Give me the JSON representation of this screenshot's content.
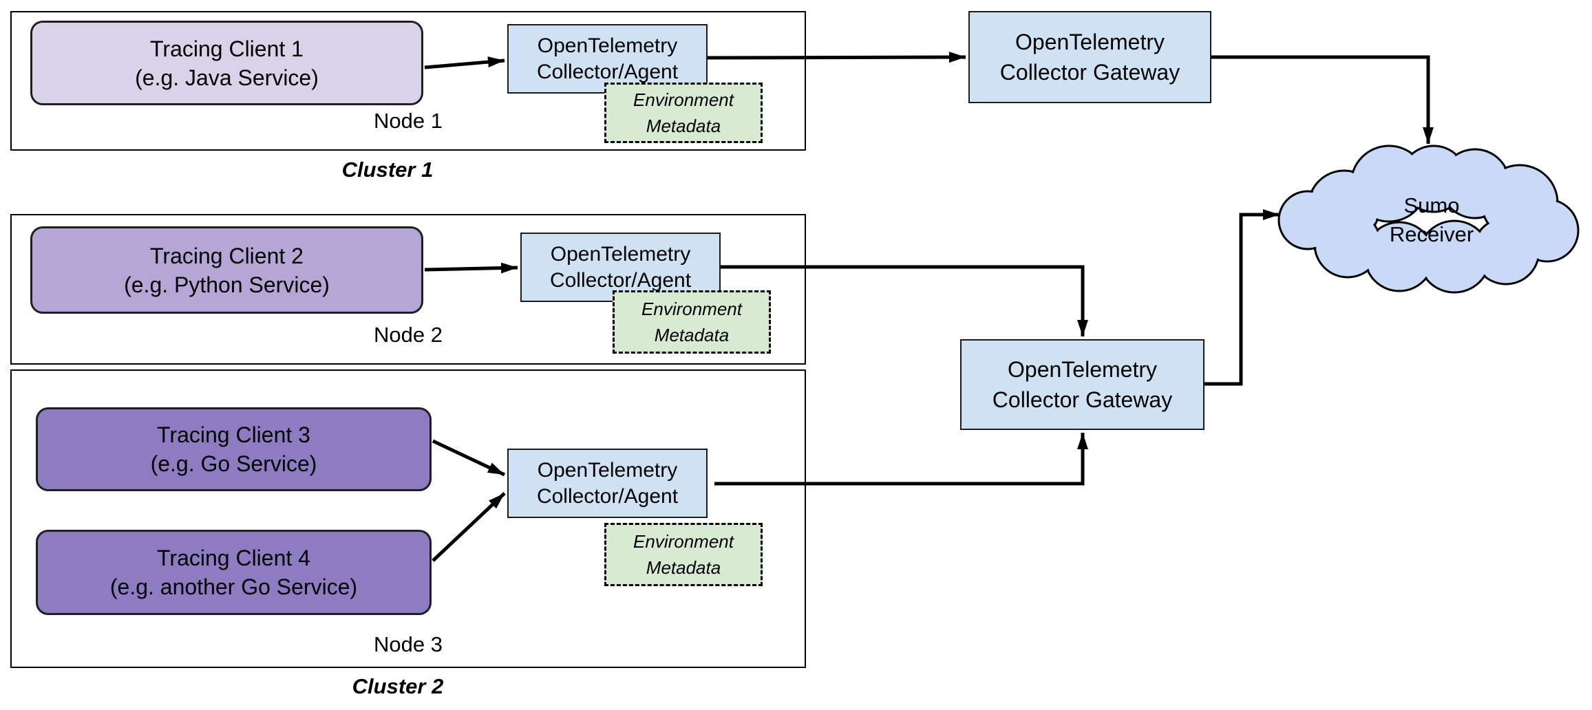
{
  "clusters": [
    {
      "label": "Cluster 1"
    },
    {
      "label": "Cluster 2"
    }
  ],
  "nodes": [
    {
      "label": "Node 1"
    },
    {
      "label": "Node 2"
    },
    {
      "label": "Node 3"
    }
  ],
  "clients": [
    {
      "line1": "Tracing Client 1",
      "line2": "(e.g. Java Service)"
    },
    {
      "line1": "Tracing Client 2",
      "line2": "(e.g. Python Service)"
    },
    {
      "line1": "Tracing Client 3",
      "line2": "(e.g. Go Service)"
    },
    {
      "line1": "Tracing Client 4",
      "line2": "(e.g. another Go Service)"
    }
  ],
  "collector_agent": {
    "line1": "OpenTelemetry",
    "line2": "Collector/Agent"
  },
  "collector_gateway": {
    "line1": "OpenTelemetry",
    "line2": "Collector Gateway"
  },
  "environment_metadata": {
    "line1": "Environment",
    "line2": "Metadata"
  },
  "receiver": {
    "line1": "Sumo",
    "line2": "Receiver"
  },
  "colors": {
    "client1_fill": "#D9D2E9",
    "client2_fill": "#B4A7D6",
    "client34_fill": "#8E7CC3",
    "collector_fill": "#CFE2F3",
    "metadata_fill": "#D9EAD3",
    "cloud_fill": "#C9DAF8",
    "connector": "#000000"
  }
}
